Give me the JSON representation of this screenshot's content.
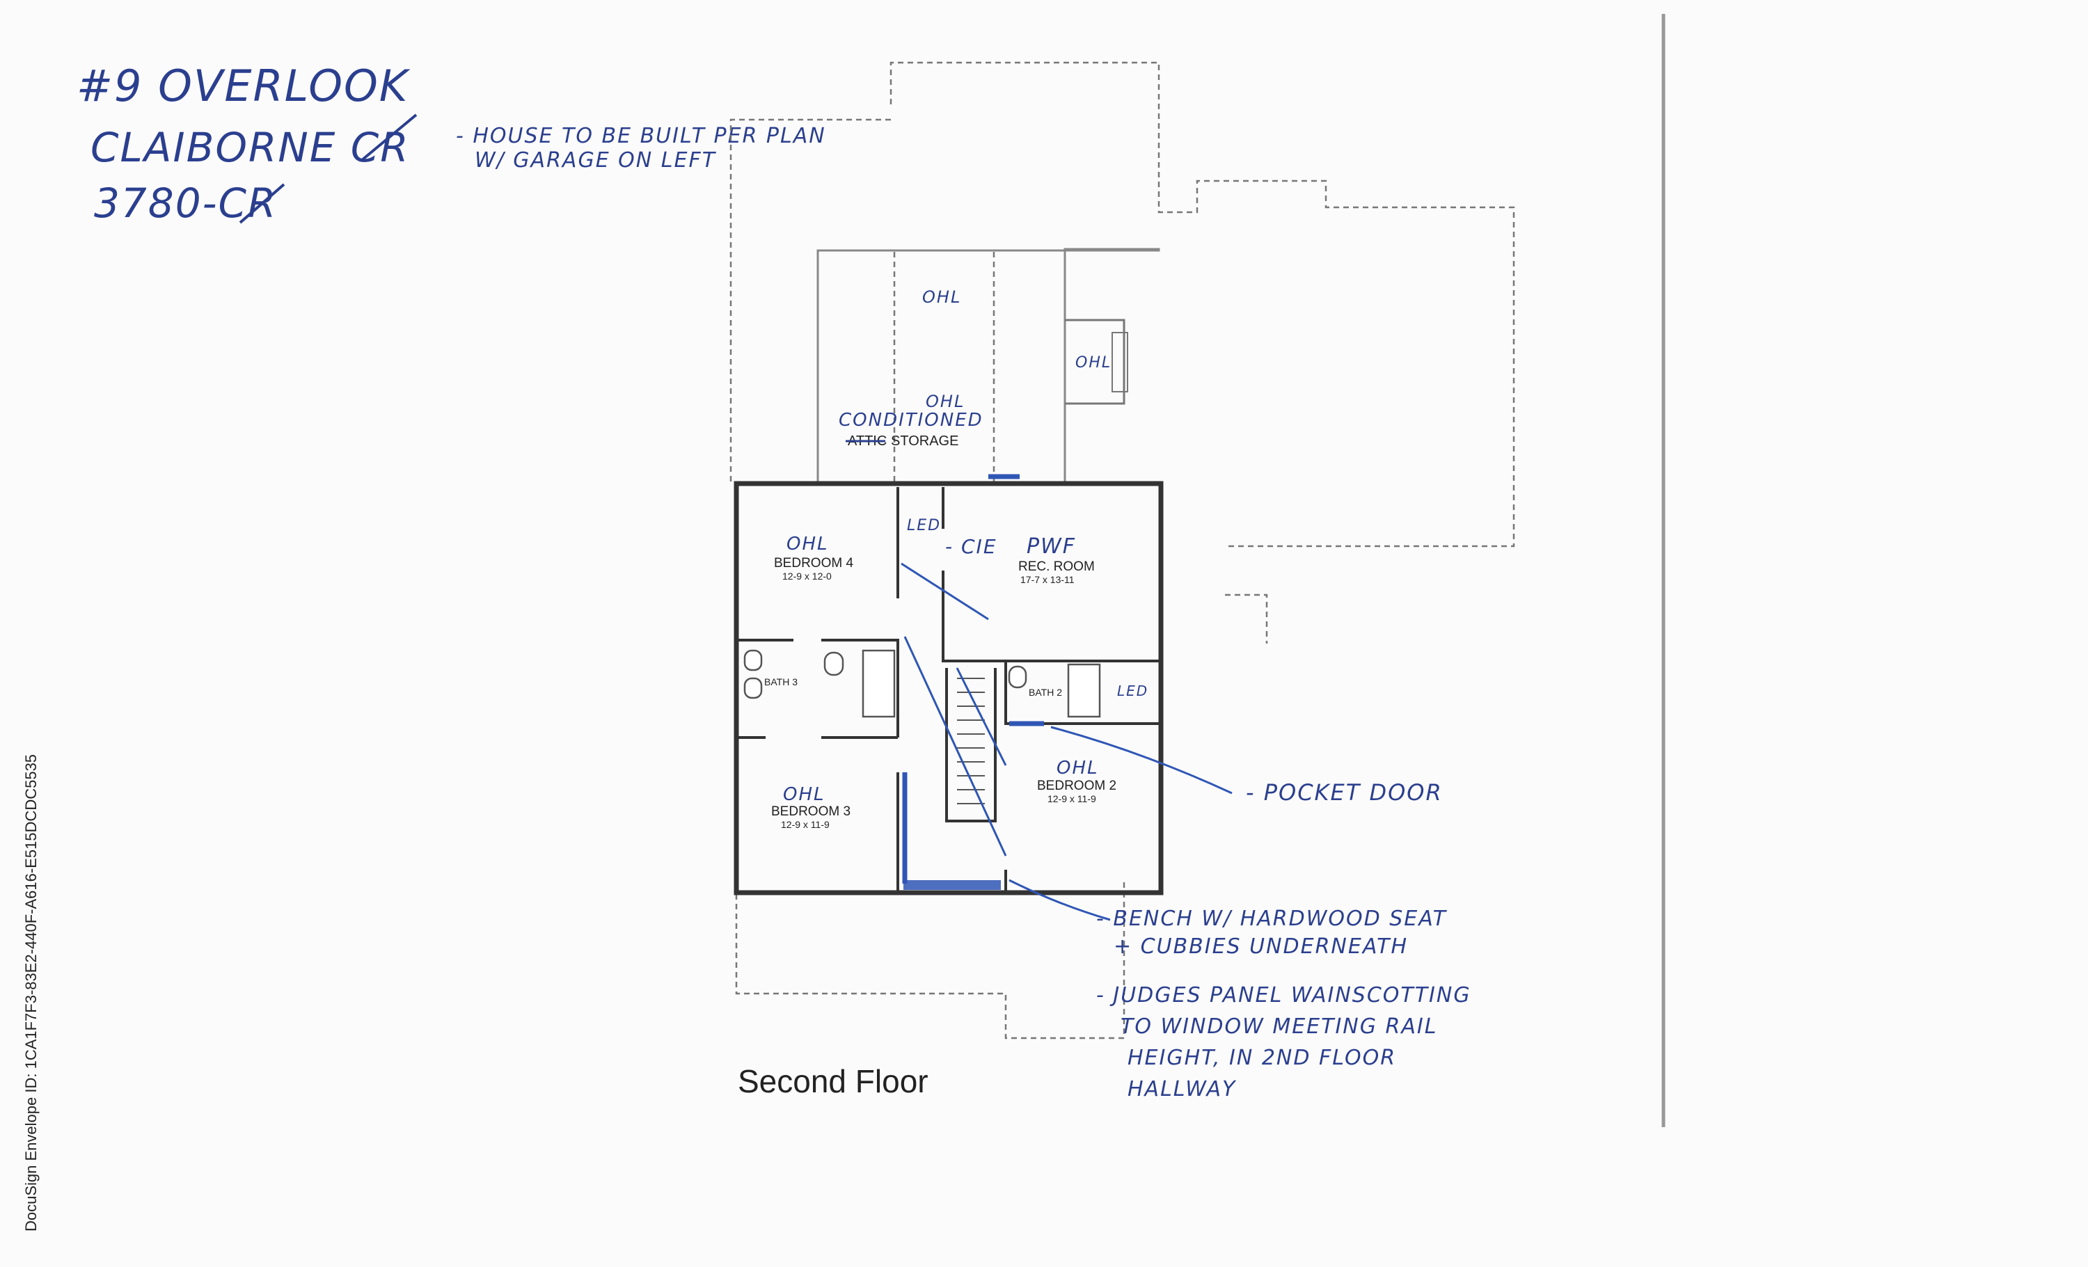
{
  "header": {
    "lot": "#9 OVERLOOK",
    "model": "CLAIBORNE CR",
    "code": "3780-CR",
    "note_line1": "- HOUSE TO BE BUILT PER PLAN",
    "note_line2": "W/ GARAGE ON LEFT"
  },
  "sidebar": {
    "envelope_id": "DocuSign Envelope ID: 1CA1F7F3-83E2-440F-A616-E515DCDC5535"
  },
  "plan": {
    "title": "Second Floor",
    "storage": {
      "ohl_top": "OHL",
      "ohl_mid": "OHL",
      "ohl_bump": "OHL",
      "added": "CONDITIONED",
      "struck": "ATTIC",
      "label": "STORAGE"
    },
    "rooms": [
      {
        "name": "BEDROOM 4",
        "size": "12-9 x 12-0",
        "note": "OHL"
      },
      {
        "name": "REC. ROOM",
        "size": "17-7 x 13-11",
        "note": "PWF"
      },
      {
        "name": "BATH 3"
      },
      {
        "name": "BATH 2"
      },
      {
        "name": "BEDROOM 3",
        "size": "12-9 x 11-9",
        "note": "OHL"
      },
      {
        "name": "BEDROOM 2",
        "size": "12-9 x 11-9",
        "note": "OHL"
      }
    ],
    "marks": {
      "led1": "LED",
      "led2": "LED",
      "cie": "- CIE"
    }
  },
  "annotations": {
    "pocket_door": "- POCKET DOOR",
    "bench_line1": "- BENCH W/ HARDWOOD SEAT",
    "bench_line2": "+ CUBBIES UNDERNEATH",
    "judges_line1": "- JUDGES PANEL WAINSCOTTING",
    "judges_line2": "TO WINDOW MEETING RAIL",
    "judges_line3": "HEIGHT, IN 2ND FLOOR",
    "judges_line4": "HALLWAY"
  },
  "colors": {
    "ink": "#2b3f8f",
    "wall": "#333333",
    "paper": "#fbfbfb"
  }
}
